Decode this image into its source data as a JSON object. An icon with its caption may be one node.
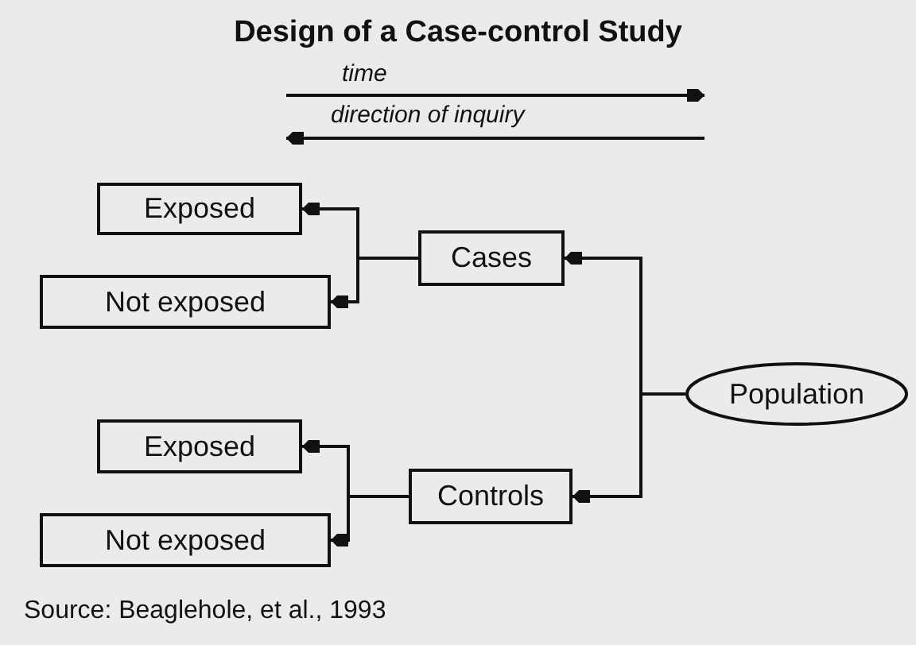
{
  "diagram": {
    "title": "Design of a Case-control Study",
    "nodes": [
      {
        "text": [
          "Exposed"
        ]
      },
      {
        "text": [
          "Not exposed"
        ]
      },
      {
        "text": [
          "Cases"
        ]
      },
      {
        "text": [
          "Exposed"
        ]
      },
      {
        "text": [
          "Not exposed"
        ]
      },
      {
        "text": [
          "Controls"
        ]
      },
      {
        "text": [
          "Population"
        ]
      }
    ],
    "edges": [
      {
        "from": 6,
        "to": 2,
        "arrow": "to"
      },
      {
        "from": 6,
        "to": 5,
        "arrow": "to"
      },
      {
        "from": 2,
        "to": 0,
        "arrow": "to"
      },
      {
        "from": 2,
        "to": 1,
        "arrow": "to"
      },
      {
        "from": 5,
        "to": 3,
        "arrow": "to"
      },
      {
        "from": 5,
        "to": 4,
        "arrow": "to"
      }
    ],
    "labels": [
      "time",
      "direction of inquiry",
      "Source: Beaglehole, et al., 1993"
    ]
  }
}
